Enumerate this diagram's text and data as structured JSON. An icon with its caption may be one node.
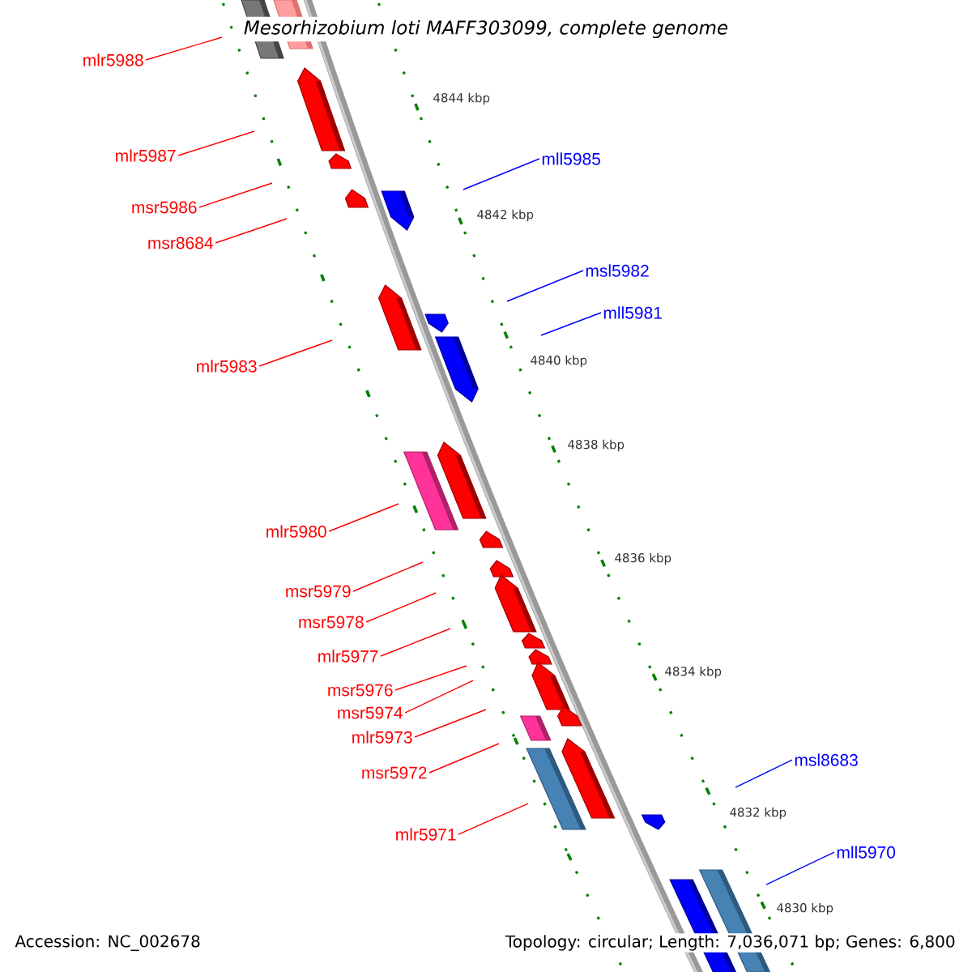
{
  "diagram": {
    "title": "*Mesorhizobium loti* MAFF303099, complete genome",
    "nodes": [
      {
        "text": [
          "mlr5988"
        ]
      },
      {
        "text": [
          "mlr5987"
        ]
      },
      {
        "text": [
          "mll5985"
        ]
      },
      {
        "text": [
          "msr5986"
        ]
      },
      {
        "text": [
          "msr8684"
        ]
      },
      {
        "text": [
          "msl5982"
        ]
      },
      {
        "text": [
          "mll5981"
        ]
      },
      {
        "text": [
          "mlr5983"
        ]
      },
      {
        "text": [
          "mlr5980"
        ]
      },
      {
        "text": [
          "msr5979"
        ]
      },
      {
        "text": [
          "msr5978"
        ]
      },
      {
        "text": [
          "mlr5977"
        ]
      },
      {
        "text": [
          "msr5976"
        ]
      },
      {
        "text": [
          "msr5974"
        ]
      },
      {
        "text": [
          "mlr5973"
        ]
      },
      {
        "text": [
          "msl8683"
        ]
      },
      {
        "text": [
          "msr5972"
        ]
      },
      {
        "text": [
          "mlr5971"
        ]
      },
      {
        "text": [
          "mll5970"
        ]
      }
    ],
    "edges": [
      {
        "from": 0,
        "to": null,
        "arrow": "none"
      },
      {
        "from": 1,
        "to": null,
        "arrow": "none"
      },
      {
        "from": 2,
        "to": null,
        "arrow": "none",
        "color": "#0000ff"
      },
      {
        "from": 3,
        "to": null,
        "arrow": "none"
      },
      {
        "from": 4,
        "to": null,
        "arrow": "none"
      },
      {
        "from": 5,
        "to": null,
        "arrow": "none",
        "color": "#0000ff"
      },
      {
        "from": 6,
        "to": null,
        "arrow": "none",
        "color": "#0000ff"
      },
      {
        "from": 7,
        "to": null,
        "arrow": "none"
      },
      {
        "from": 8,
        "to": null,
        "arrow": "none"
      },
      {
        "from": 9,
        "to": null,
        "arrow": "none"
      },
      {
        "from": 10,
        "to": null,
        "arrow": "none"
      },
      {
        "from": 11,
        "to": null,
        "arrow": "none"
      },
      {
        "from": 12,
        "to": null,
        "arrow": "none"
      },
      {
        "from": 13,
        "to": null,
        "arrow": "none"
      },
      {
        "from": 14,
        "to": null,
        "arrow": "none"
      },
      {
        "from": 15,
        "to": null,
        "arrow": "none",
        "color": "#0000ff"
      },
      {
        "from": 16,
        "to": null,
        "arrow": "none"
      },
      {
        "from": 17,
        "to": null,
        "arrow": "none"
      },
      {
        "from": 18,
        "to": null,
        "arrow": "none",
        "color": "#0000ff"
      }
    ],
    "labels": [
      "4844 kbp",
      "4842 kbp",
      "4840 kbp",
      "4838 kbp",
      "4836 kbp",
      "4834 kbp",
      "4832 kbp",
      "4830 kbp",
      "Accession: NC_002678",
      "Topology: circular; Length: 7,036,071 bp; Genes: 6,800"
    ]
  }
}
